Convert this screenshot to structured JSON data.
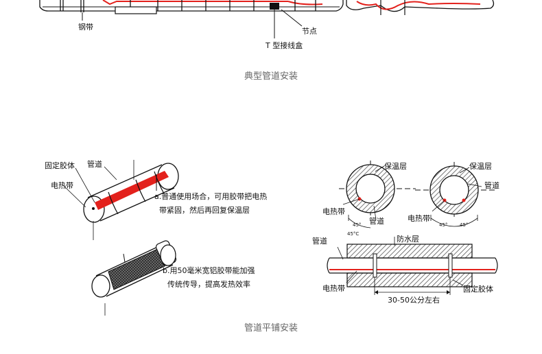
{
  "colors": {
    "heating_cable": "#e3211c",
    "outline": "#111111",
    "caption": "#666666",
    "hatch": "#555555"
  },
  "top_section": {
    "labels": {
      "steel_band": "钢带",
      "node": "节点",
      "t_junction_box": "T 型接线盒"
    },
    "caption": "典型管道安装"
  },
  "bottom_section": {
    "left": {
      "labels": {
        "adhesive": "固定胶体",
        "pipe": "管道",
        "heating_cable": "电热带"
      },
      "note_a": [
        "a.普通使用场合，可用胶带把电热",
        "带紧固，然后再回复保温层"
      ],
      "note_b": [
        "b.用50毫米宽铝胶带能加强",
        "传统传导，提高发热效率"
      ]
    },
    "right": {
      "section_1": {
        "insulation": "保温层",
        "heating_cable": "电热带",
        "pipe": "管道",
        "angle_label": "45°",
        "angle_note": "45°C"
      },
      "section_2": {
        "insulation": "保温层",
        "pipe": "管道",
        "heating_cable": "电热带",
        "angle_left": "45°",
        "angle_right": "45°"
      },
      "long_view": {
        "pipe": "管道",
        "waterproof": "防水层",
        "heating_cable": "电热带",
        "spacing": "30-50公分左右",
        "adhesive": "固定胶体"
      }
    },
    "caption": "管道平铺安装"
  }
}
